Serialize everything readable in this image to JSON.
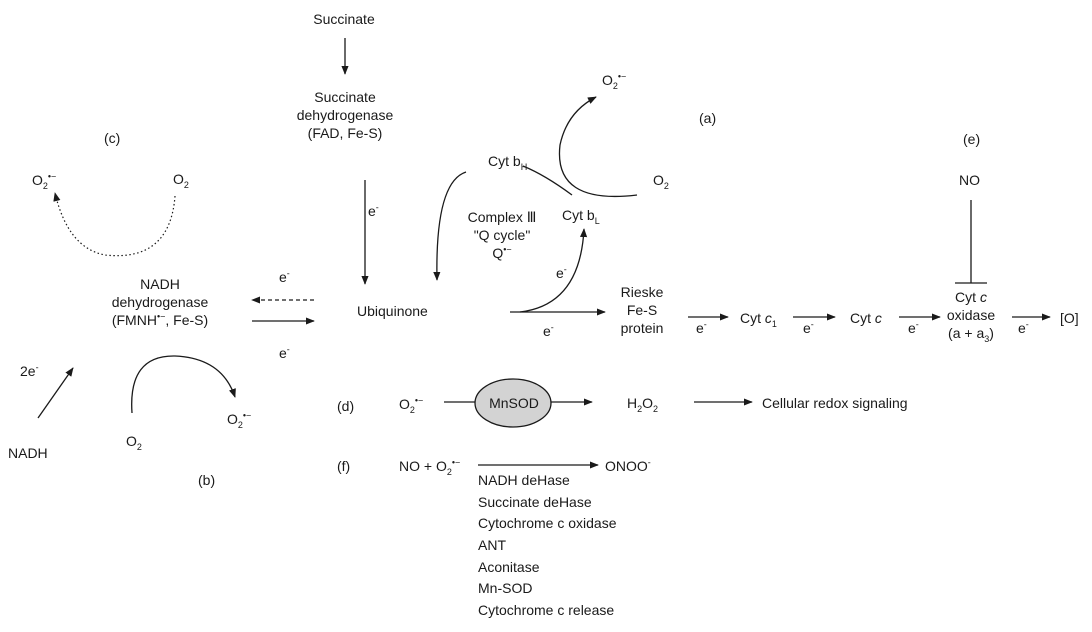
{
  "labels": {
    "a": "(a)",
    "b": "(b)",
    "c": "(c)",
    "d": "(d)",
    "e": "(e)",
    "f": "(f)"
  },
  "succinate": "Succinate",
  "succ_dh": {
    "line1": "Succinate",
    "line2": "dehydrogenase",
    "line3": "(FAD, Fe-S)"
  },
  "nadh_dh": {
    "line1": "NADH",
    "line2": "dehydrogenase",
    "line3_pre": "(FMNH",
    "line3_post": ", Fe-S)"
  },
  "ubiquinone": "Ubiquinone",
  "complex3": {
    "line1": "Complex Ⅲ",
    "line2": "\"Q cycle\"",
    "q": "Q"
  },
  "cyt_bh": {
    "base": "Cyt b",
    "sub": "H"
  },
  "cyt_bl": {
    "base": "Cyt b",
    "sub": "L"
  },
  "rieske": {
    "line1": "Rieske",
    "line2": "Fe-S",
    "line3": "protein"
  },
  "cyt_c1": {
    "base": "Cyt ",
    "c": "c",
    "sub": "1"
  },
  "cyt_c": {
    "base": "Cyt ",
    "c": "c"
  },
  "oxidase": {
    "line1_base": "Cyt ",
    "line1_c": "c",
    "line2": "oxidase",
    "line3_pre": "(a + a",
    "line3_sub": "3",
    "line3_post": ")"
  },
  "o_product": "[O]",
  "no": "NO",
  "electron": "e",
  "electron_sup": "-",
  "two_e": "2e",
  "nadh": "NADH",
  "o2": "O",
  "o2_sub": "2",
  "superoxide_sup": "•−",
  "mnsod": "MnSOD",
  "h2o2": {
    "h": "H",
    "s1": "2",
    "o": "O",
    "s2": "2"
  },
  "redox_signaling": "Cellular redox signaling",
  "no_plus": "NO + O",
  "onoo": "ONOO",
  "targets": [
    "NADH deHase",
    "Succinate deHase",
    "Cytochrome c oxidase",
    "ANT",
    "Aconitase",
    "Mn-SOD",
    "Cytochrome c release"
  ]
}
